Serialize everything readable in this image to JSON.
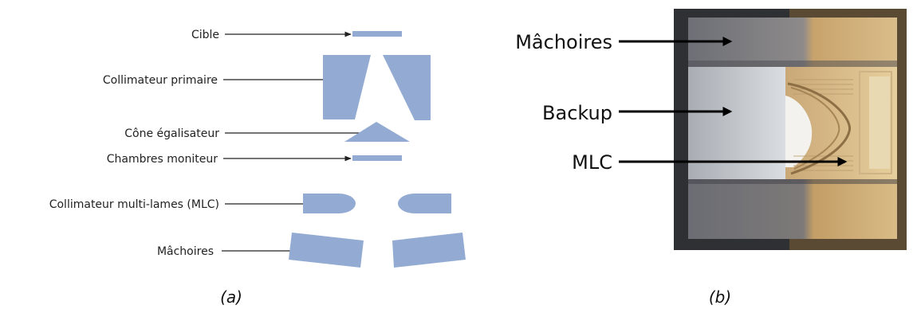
{
  "panel_a": {
    "labels": {
      "cible": "Cible",
      "collimateur_primaire": "Collimateur primaire",
      "cone_egalisateur": "Cône égalisateur",
      "chambres_moniteur": "Chambres moniteur",
      "mlc": "Collimateur multi-lames (MLC)",
      "machoires": "Mâchoires"
    },
    "caption": "(a)",
    "shape_color": "#93abd2"
  },
  "panel_b": {
    "labels": {
      "machoires": "Mâchoires",
      "backup": "Backup",
      "mlc": "MLC"
    },
    "caption": "(b)"
  }
}
